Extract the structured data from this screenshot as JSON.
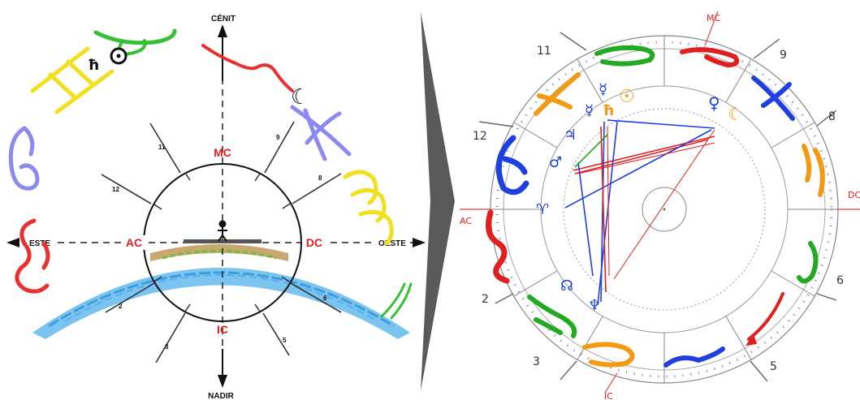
{
  "left": {
    "directions": {
      "zenith": "CÉNIT",
      "nadir": "NADIR",
      "east": "ESTE",
      "west": "OESTE"
    },
    "angles": {
      "mc": "MC",
      "ic": "IC",
      "ac": "AC",
      "dc": "DC"
    },
    "houses": [
      "11",
      "12",
      "2",
      "3",
      "5",
      "6",
      "8",
      "9"
    ],
    "glyphs": {
      "sun": "☉",
      "moon": "☾",
      "saturn": "ħ"
    },
    "colors": {
      "angle_text": "#e02020",
      "earth": "#5aaee8"
    }
  },
  "right": {
    "angles": {
      "mc": "MC",
      "ic": "IC",
      "ac": "AC",
      "dc": "DC"
    },
    "houses": [
      "11",
      "9",
      "12",
      "8",
      "2",
      "6",
      "3",
      "5"
    ],
    "glyphs": {
      "mercury": "☿",
      "saturn": "ħ",
      "sun": "☉",
      "venus": "♀",
      "moon": "☾",
      "jupiter": "♃",
      "mars": "♂",
      "aries": "♈",
      "node": "☊",
      "neptune": "♆"
    },
    "colors": {
      "angle_text": "#e02020",
      "fire": "#e02020",
      "earth": "#22aa22",
      "air": "#f39a12",
      "water": "#1f3fe0"
    }
  }
}
